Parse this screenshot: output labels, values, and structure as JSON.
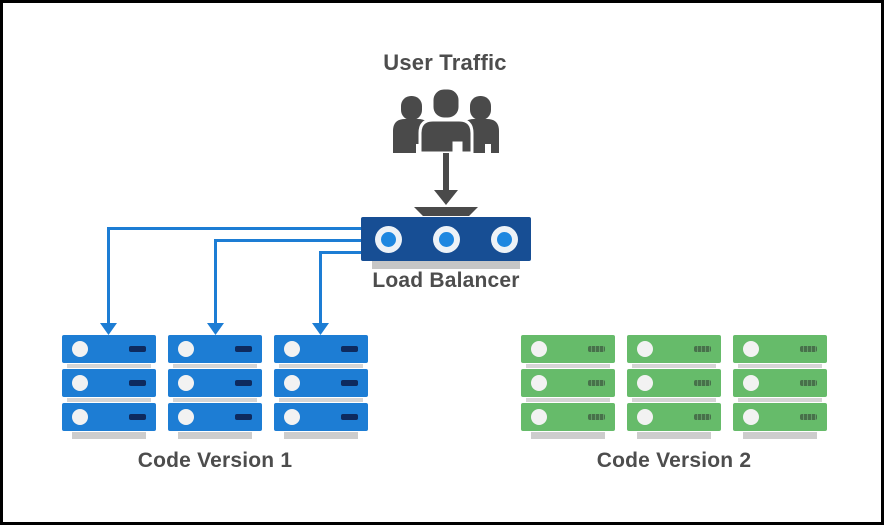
{
  "diagram": {
    "title": "User Traffic",
    "load_balancer": {
      "label": "Load Balancer",
      "port_count": 3
    },
    "groups": [
      {
        "id": "code-version-1",
        "label": "Code Version 1",
        "server_color": "#1d7dd4",
        "stacks": 3,
        "units_per_stack": 3,
        "receives_traffic": true,
        "incoming_arrows": 3
      },
      {
        "id": "code-version-2",
        "label": "Code Version 2",
        "server_color": "#66bb6a",
        "stacks": 3,
        "units_per_stack": 3,
        "receives_traffic": false,
        "incoming_arrows": 0
      }
    ],
    "flow": "User Traffic -> Load Balancer -> Code Version 1"
  },
  "icons": {
    "users": "user-group-icon",
    "traffic_arrow": "down-arrow-icon",
    "lb_port": "port-circle-icon",
    "server_led": "power-led-icon",
    "server_vent": "drive-slot-icon"
  },
  "colors": {
    "ink": "#4a4a4a",
    "text": "#4d4d4d",
    "server-blue": "#1d7dd4",
    "arrow-blue": "#1d7dd4",
    "lb-navy": "#174e94",
    "lb-dot-blue": "#1e87e0",
    "server-green": "#66bb6a",
    "dash-navy": "#0e2a5e",
    "dash-green": "#47714a",
    "shadow-gray": "#cdcdcd",
    "led-white": "#f2f2f2"
  }
}
